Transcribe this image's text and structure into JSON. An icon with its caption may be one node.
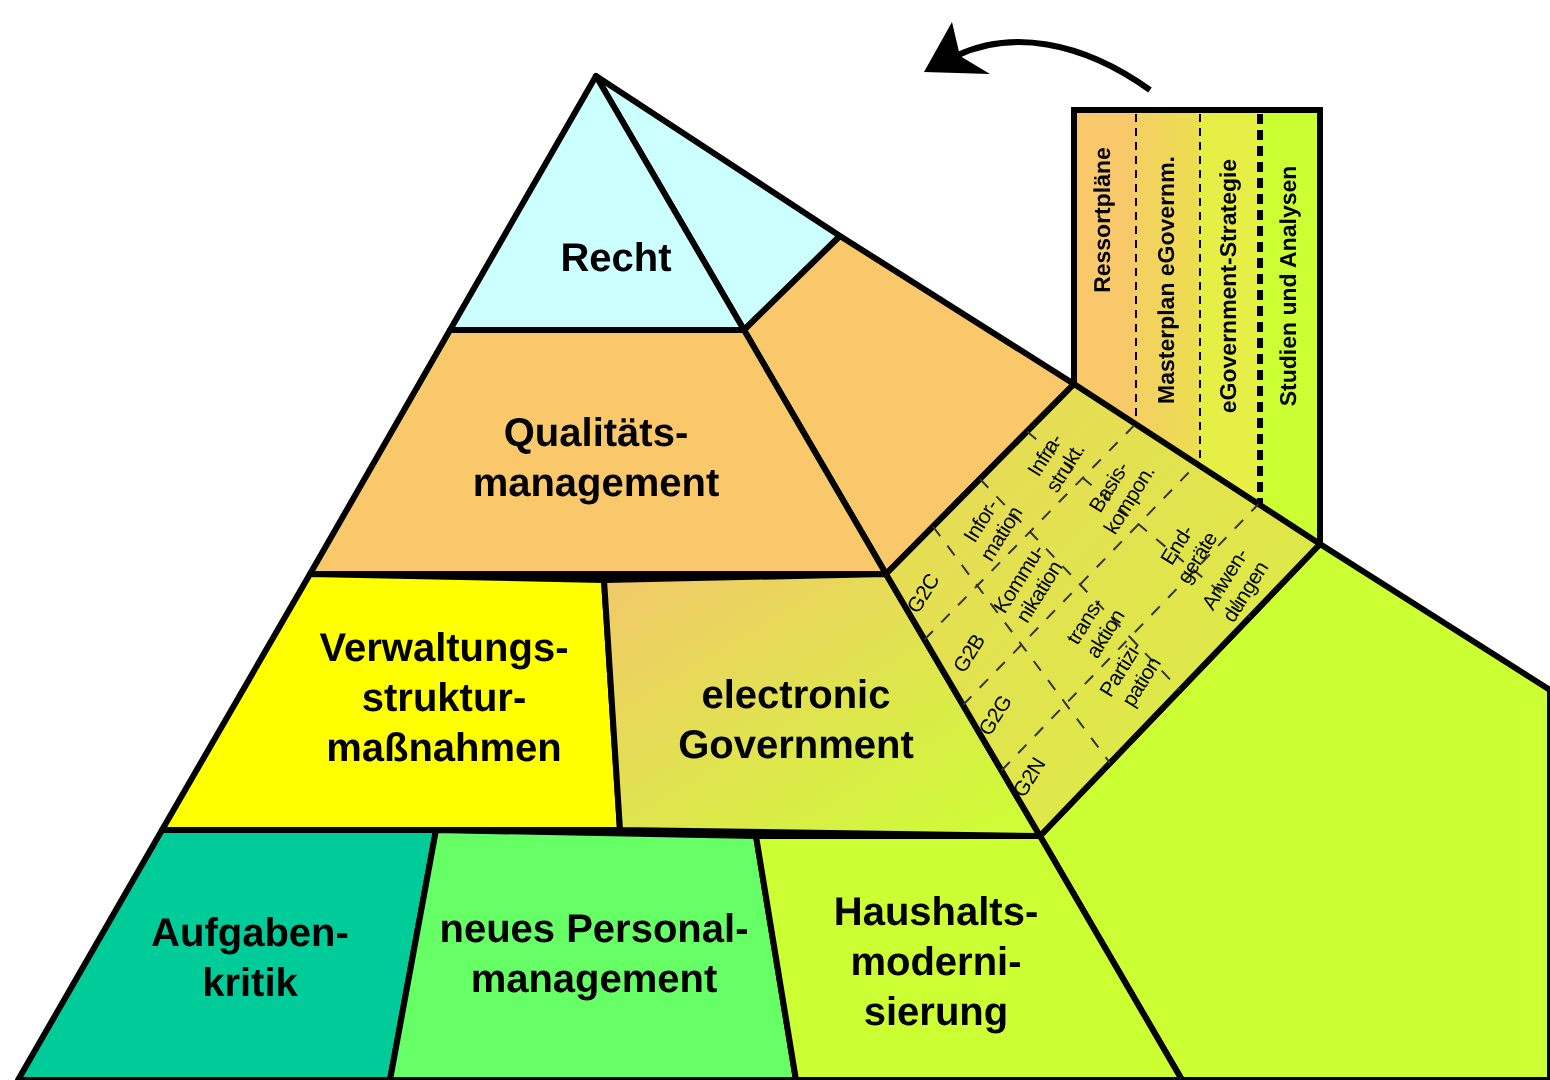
{
  "diagram": {
    "nodes": [
      {
        "text": [
          "Recht"
        ]
      },
      {
        "text": [
          "Qualitäts- management"
        ]
      },
      {
        "text": [
          "Verwaltungs- struktur- maßnahmen"
        ]
      },
      {
        "text": [
          "electronic Government"
        ]
      },
      {
        "text": [
          "Aufgaben- kritik"
        ]
      },
      {
        "text": [
          "neues Personal- management"
        ]
      },
      {
        "text": [
          "Haushalts- moderni- sierung"
        ]
      },
      {
        "text": [
          "Ressortpläne"
        ]
      },
      {
        "text": [
          "Masterplan eGovernm."
        ]
      },
      {
        "text": [
          "eGovernment-Strategie"
        ]
      },
      {
        "text": [
          "Studien und Analysen"
        ]
      }
    ],
    "labels": [
      "G2C",
      "G2B",
      "G2G",
      "G2N",
      "Infor- mation",
      "Kommu- nikation",
      "trans- aktion",
      "Partizi- pation",
      "Infra- strukt.",
      "Basis- kompon.",
      "End- geräte",
      "Anwen- dungen"
    ]
  }
}
